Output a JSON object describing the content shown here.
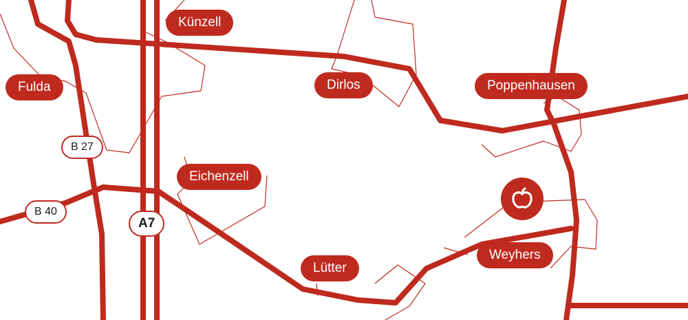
{
  "colors": {
    "road": "#bf2a1f",
    "label_bg": "#bf2a1f",
    "label_text": "#ffffff",
    "shield_text": "#1a1a1a",
    "background": "#ffffff"
  },
  "towns": [
    {
      "name": "Künzell"
    },
    {
      "name": "Fulda"
    },
    {
      "name": "Dirlos"
    },
    {
      "name": "Poppenhausen"
    },
    {
      "name": "Eichenzell"
    },
    {
      "name": "Weyhers"
    },
    {
      "name": "Lütter"
    }
  ],
  "road_shields": [
    {
      "ref": "B 27"
    },
    {
      "ref": "B 40"
    },
    {
      "ref": "A7"
    }
  ],
  "marker": {
    "icon": "apple-icon"
  }
}
